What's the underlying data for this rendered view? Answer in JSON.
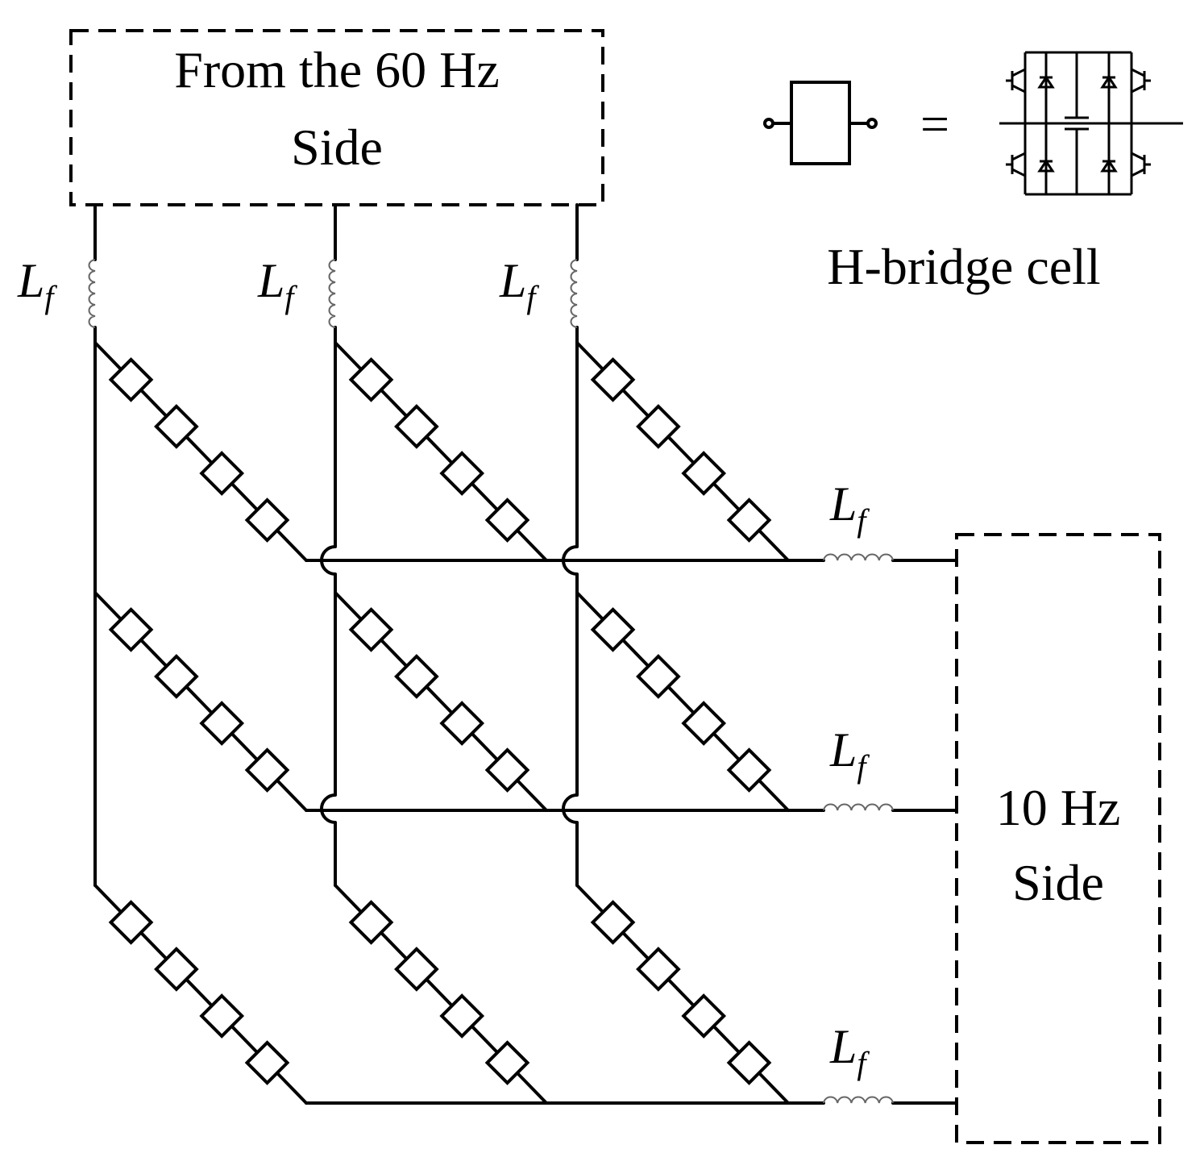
{
  "input_box": {
    "line1": "From the 60 Hz",
    "line2": "Side"
  },
  "output_box": {
    "line1": "10 Hz",
    "line2": "Side"
  },
  "legend": {
    "equals": "=",
    "caption": "H-bridge cell"
  },
  "inductor_label": {
    "main": "L",
    "sub": "f"
  },
  "line_color": "#000000"
}
